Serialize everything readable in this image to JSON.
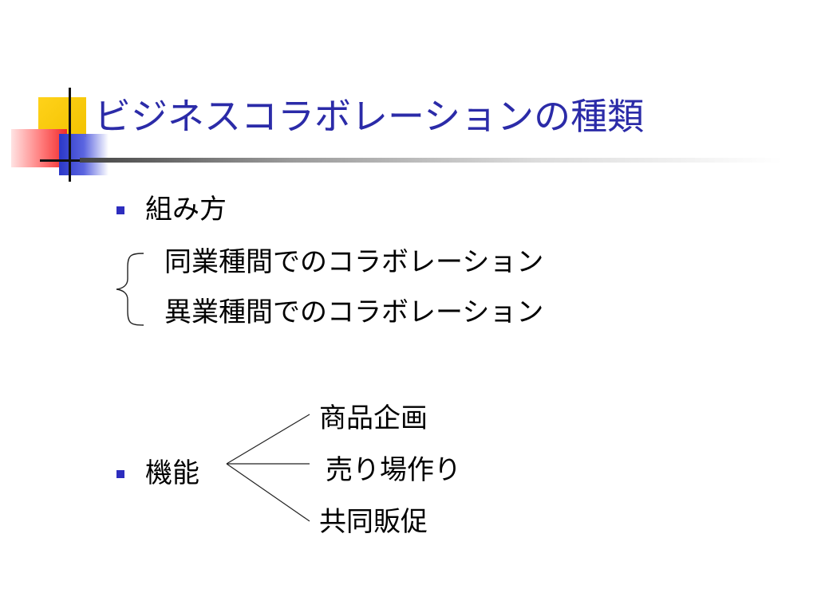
{
  "slide": {
    "title": "ビジネスコラボレーションの種類",
    "section1": {
      "heading": "組み方",
      "items": [
        "同業種間でのコラボレーション",
        "異業種間でのコラボレーション"
      ]
    },
    "section2": {
      "heading": "機能",
      "items": [
        "商品企画",
        "売り場作り",
        "共同販促"
      ]
    }
  },
  "colors": {
    "title": "#2b2ba8",
    "bullet": "#2d2dbe",
    "accent_yellow": "#ffd21a",
    "accent_red": "#f02a2a",
    "accent_blue": "#2a37c8"
  }
}
